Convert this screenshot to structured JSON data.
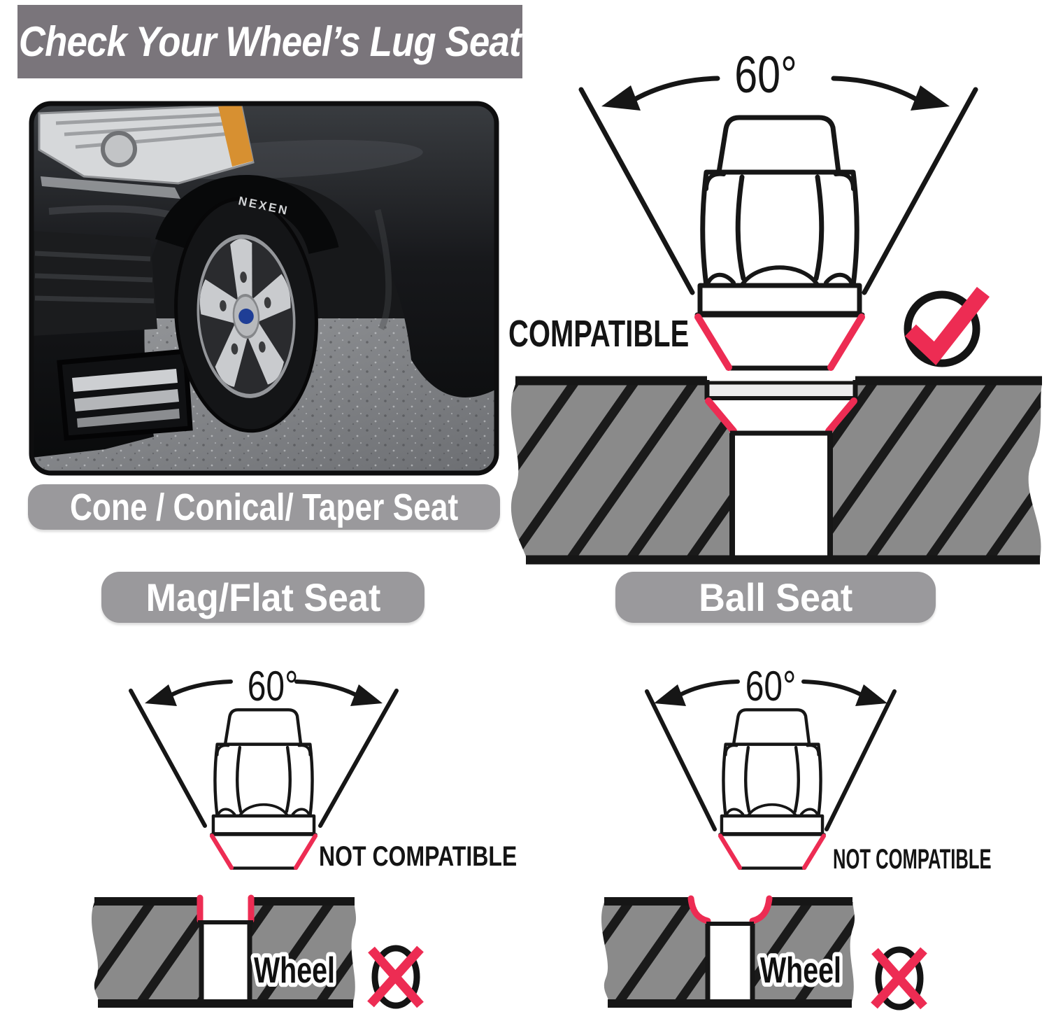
{
  "header": {
    "title": "Check Your Wheel’s Lug Seat"
  },
  "photo": {
    "tire_text": "NEXEN"
  },
  "cone_section": {
    "seat_label": "Cone / Conical/ Taper Seat",
    "angle_label": "60°",
    "status_label": "COMPATIBLE",
    "status_icon": "check-icon"
  },
  "mag_section": {
    "seat_label": "Mag/Flat Seat",
    "angle_label": "60°",
    "status_label": "NOT COMPATIBLE",
    "wheel_label": "Wheel",
    "status_icon": "x-icon"
  },
  "ball_section": {
    "seat_label": "Ball Seat",
    "angle_label": "60°",
    "status_label": "NOT COMPATIBLE",
    "wheel_label": "Wheel",
    "status_icon": "x-icon"
  },
  "icons": {
    "compatible": "check-icon",
    "not_compatible": "x-icon"
  },
  "colors": {
    "accent_red": "#ed2c53",
    "banner_gray": "#7a757b",
    "pill_gray": "#9a999c",
    "steel_gray": "#8a8a8a",
    "hatch_black": "#1a1a1a",
    "line_black": "#161616"
  }
}
